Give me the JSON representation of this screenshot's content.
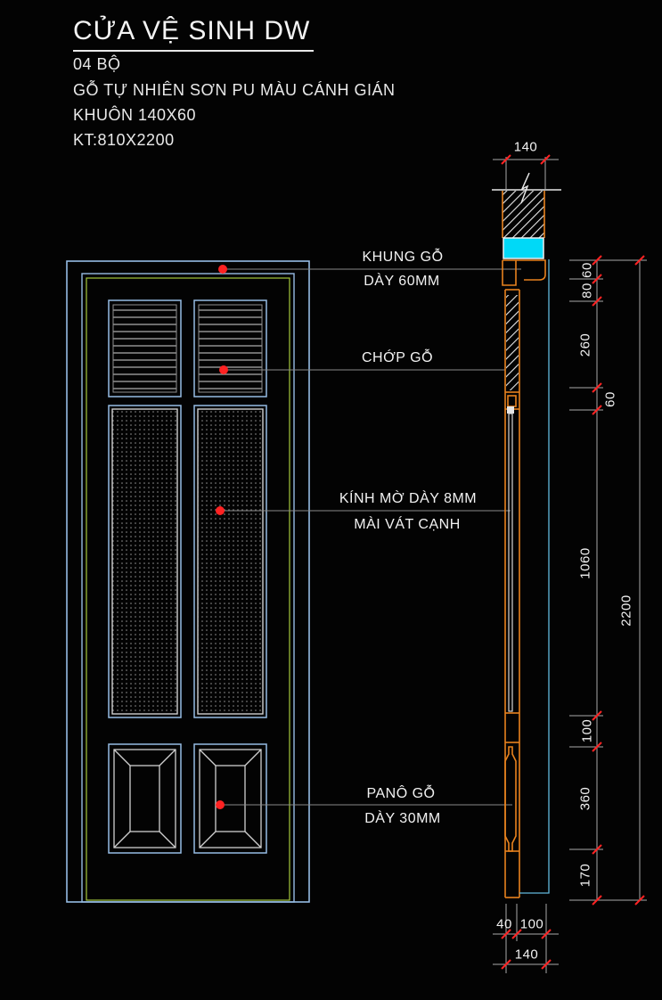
{
  "title_block": {
    "title": "CỬA VỆ SINH DW",
    "lines": [
      "04 BỘ",
      "GỖ TỰ NHIÊN SƠN PU MÀU CÁNH GIÁN",
      "KHUÔN 140X60",
      "KT:810X2200"
    ]
  },
  "callouts": [
    {
      "line1": "KHUNG GỖ",
      "line2": "DÀY 60MM"
    },
    {
      "line1": "CHỚP GỖ",
      "line2": ""
    },
    {
      "line1": "KÍNH MỜ DÀY 8MM",
      "line2": "MÀI VÁT CẠNH"
    },
    {
      "line1": "PANÔ GỖ",
      "line2": "DÀY 30MM"
    }
  ],
  "dimensions": {
    "top_width": "140",
    "right_chain": [
      "60",
      "80",
      "260",
      "60",
      "1060",
      "100",
      "360",
      "170"
    ],
    "overall_height": "2200",
    "bottom_chain": [
      "40",
      "100"
    ],
    "bottom_total": "140"
  },
  "colors": {
    "door_line_blue": "#96bce4",
    "accent_green": "#a5c83c",
    "section_orange": "#e8821e",
    "frame_fill_cyan": "#00d9f7",
    "marker_red": "#ff2222",
    "dim_gray": "#a8a8a8",
    "text_white": "#f0f0f0"
  }
}
